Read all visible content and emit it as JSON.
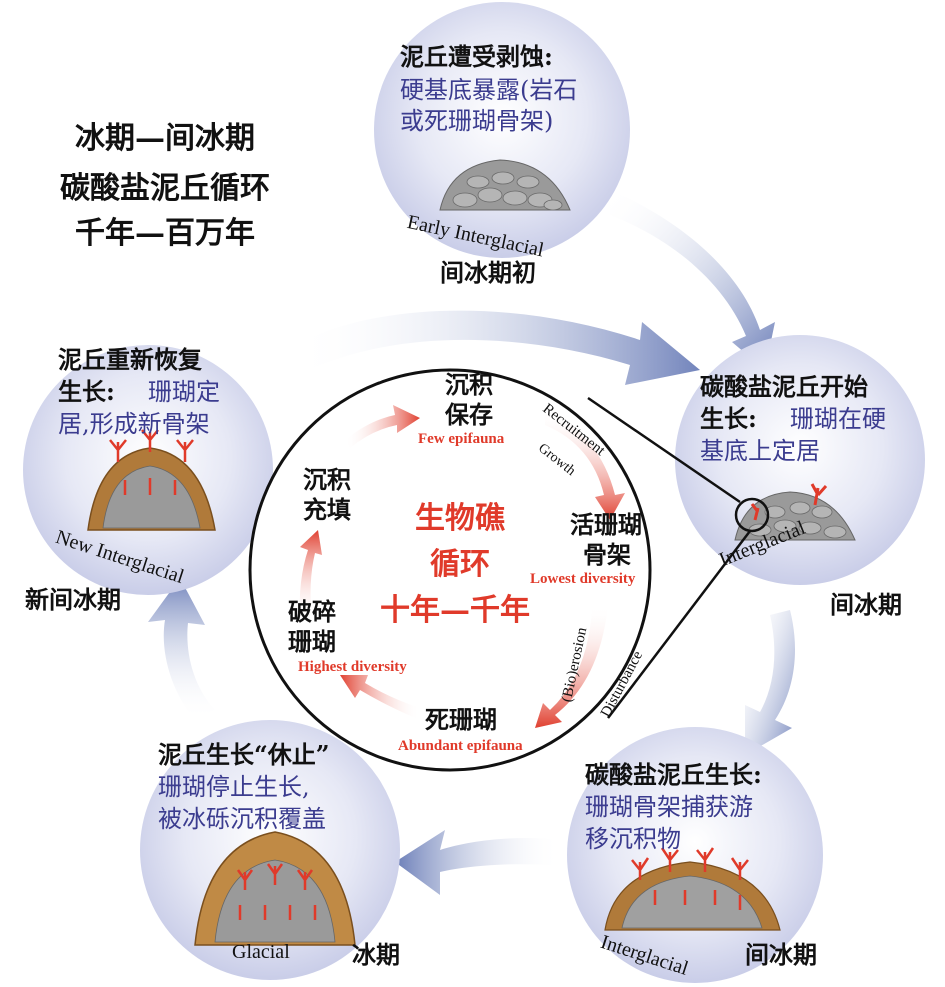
{
  "title": {
    "line1": "冰期—间冰期",
    "line2": "碳酸盐泥丘循环",
    "line3": "千年—百万年"
  },
  "stages": {
    "early_interglacial": {
      "heading": "泥丘遭受剥蚀:",
      "desc_line1": "硬基底暴露(岩石",
      "desc_line2": "或死珊瑚骨架)",
      "en_label": "Early Interglacial",
      "cn_label": "间冰期初"
    },
    "interglacial_start": {
      "heading": "碳酸盐泥丘开始",
      "heading2": "生长:",
      "desc_line1": "珊瑚在硬",
      "desc_line2": "基底上定居",
      "en_label": "Interglacial",
      "cn_label": "间冰期"
    },
    "interglacial_growth": {
      "heading": "碳酸盐泥丘生长:",
      "desc_line1": "珊瑚骨架捕获游",
      "desc_line2": "移沉积物",
      "en_label": "Interglacial",
      "cn_label": "间冰期"
    },
    "glacial": {
      "heading": "泥丘生长“休止”",
      "desc_line1": "珊瑚停止生长,",
      "desc_line2": "被冰砾沉积覆盖",
      "en_label": "Glacial",
      "cn_label": "冰期"
    },
    "new_interglacial": {
      "heading": "泥丘重新恢复",
      "heading2": "生长:",
      "desc_line1": "珊瑚定",
      "desc_line2": "居,形成新骨架",
      "en_label": "New Interglacial",
      "cn_label": "新间冰期"
    }
  },
  "inner_cycle": {
    "center_line1": "生物礁",
    "center_line2": "循环",
    "center_line3": "十年—千年",
    "sediment_preserved_line1": "沉积",
    "sediment_preserved_line2": "保存",
    "sediment_preserved_en": "Few epifauna",
    "live_coral_line1": "活珊瑚",
    "live_coral_line2": "骨架",
    "live_coral_en": "Lowest diversity",
    "dead_coral": "死珊瑚",
    "dead_coral_en": "Abundant epifauna",
    "broken_coral_line1": "破碎",
    "broken_coral_line2": "珊瑚",
    "broken_coral_en": "Highest diversity",
    "sediment_fill_line1": "沉积",
    "sediment_fill_line2": "充填",
    "process_recruitment": "Recruitment",
    "process_growth": "Growth",
    "process_bioerosion": "(Bio)erosion",
    "process_disturbance": "Disturbance"
  },
  "colors": {
    "bubble": "#dfe1f2",
    "arrow_blue": "#5a6fb0",
    "inner_arrow_red": "#e04030",
    "coral_red": "#e03a2a",
    "mound_brown": "#b07a3a",
    "rubble_grey": "#9a9a9a"
  }
}
